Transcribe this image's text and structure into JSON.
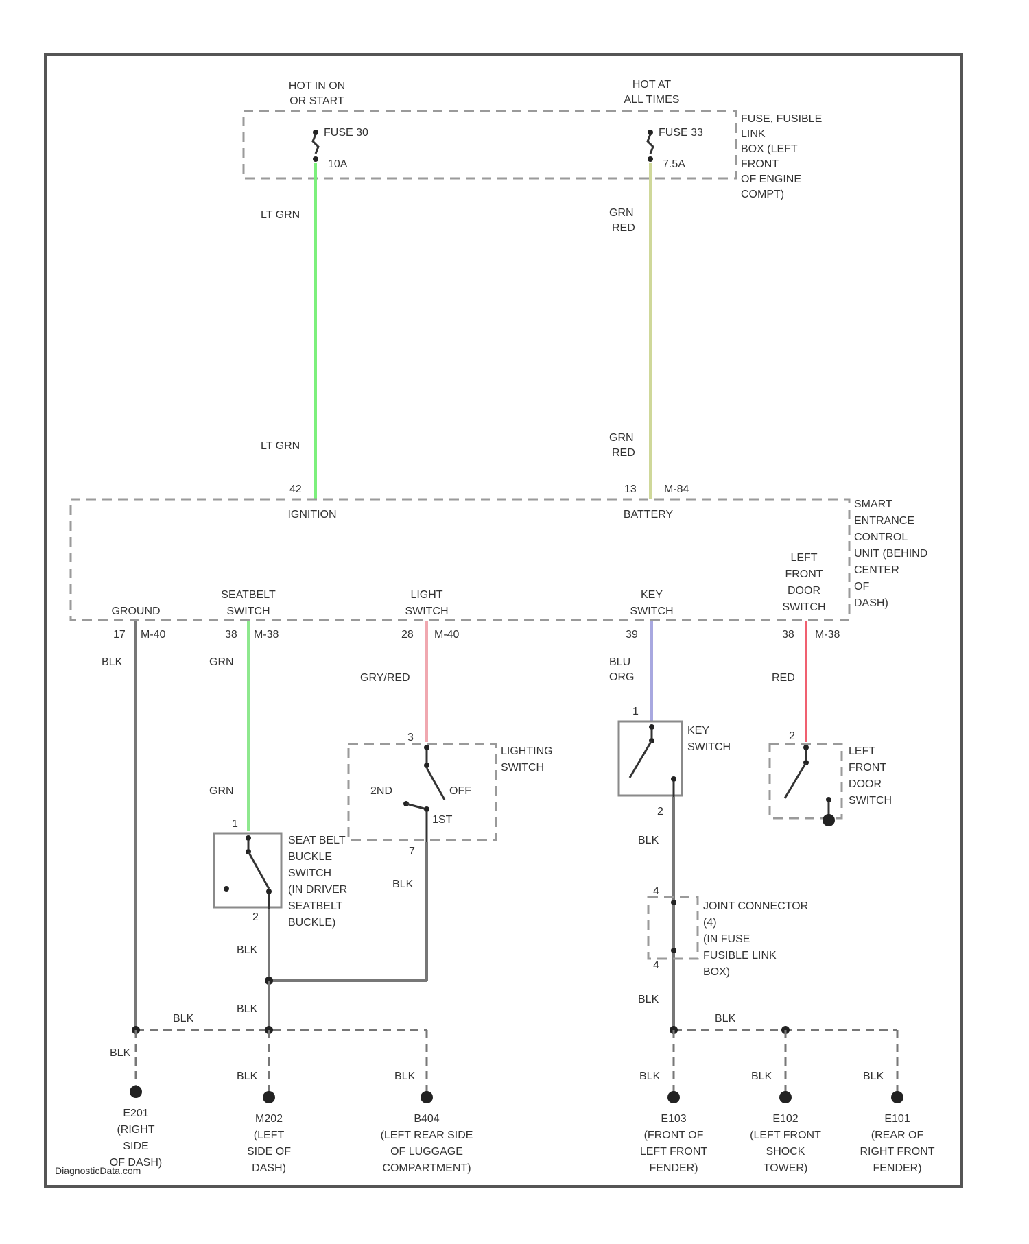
{
  "page": {
    "credit": "DiagnosticData.com"
  },
  "colors": {
    "lt_grn": "#7cf07c",
    "grn_red": "#cfd89a",
    "grn": "#8ee88e",
    "gry_red": "#f0a8b0",
    "blu_org": "#a8a8e0",
    "red": "#f06070",
    "blk": "#777777"
  },
  "power": {
    "ign_source": [
      "HOT IN ON",
      "OR START"
    ],
    "bat_source": [
      "HOT AT",
      "ALL TIMES"
    ],
    "fuse_ign": {
      "name": "FUSE 30",
      "amps": "10A"
    },
    "fuse_bat": {
      "name": "FUSE 33",
      "amps": "7.5A"
    },
    "fuse_box_label": [
      "FUSE, FUSIBLE",
      "LINK",
      "BOX (LEFT",
      "FRONT",
      "OF ENGINE",
      "COMPT)"
    ]
  },
  "wires": {
    "w_ign_top": "LT GRN",
    "w_ign_bot": "LT GRN",
    "w_bat_top": [
      "GRN",
      "RED"
    ],
    "w_bat_bot": [
      "GRN",
      "RED"
    ],
    "w_gnd": "BLK",
    "w_belt_top": "GRN",
    "w_belt_bot": "GRN",
    "w_light": "GRY/RED",
    "w_key": [
      "BLU",
      "ORG"
    ],
    "w_door": "RED"
  },
  "control_unit": {
    "label": [
      "SMART",
      "ENTRANCE",
      "CONTROL",
      "UNIT (BEHIND",
      "CENTER",
      "OF",
      "DASH)"
    ],
    "top_pins": [
      {
        "pin": "42",
        "name": "IGNITION"
      },
      {
        "pin": "13",
        "conn": "M-84",
        "name": "BATTERY"
      }
    ],
    "bottom_pins": [
      {
        "pin": "17",
        "conn": "M-40",
        "name": [
          "GROUND"
        ]
      },
      {
        "pin": "38",
        "conn": "M-38",
        "name": [
          "SEATBELT",
          "SWITCH"
        ]
      },
      {
        "pin": "28",
        "conn": "M-40",
        "name": [
          "LIGHT",
          "SWITCH"
        ]
      },
      {
        "pin": "39",
        "name": [
          "KEY",
          "SWITCH"
        ]
      },
      {
        "pin": "38",
        "conn": "M-38",
        "name": [
          "LEFT",
          "FRONT",
          "DOOR",
          "SWITCH"
        ]
      }
    ]
  },
  "components": {
    "lighting_switch": {
      "label": [
        "LIGHTING",
        "SWITCH"
      ],
      "pos_2nd": "2ND",
      "pos_off": "OFF",
      "pos_1st": "1ST",
      "pin_a": "3",
      "pin_b": "7"
    },
    "key_switch": {
      "label": [
        "KEY",
        "SWITCH"
      ],
      "pin_a": "1",
      "pin_b": "2"
    },
    "door_switch": {
      "label": [
        "LEFT",
        "FRONT",
        "DOOR",
        "SWITCH"
      ],
      "pin_a": "2"
    },
    "seat_belt": {
      "label": [
        "SEAT BELT",
        "BUCKLE",
        "SWITCH",
        "(IN DRIVER",
        "SEATBELT",
        "BUCKLE)"
      ],
      "pin_a": "1",
      "pin_b": "2"
    },
    "joint_connector": {
      "label": [
        "JOINT CONNECTOR",
        "(4)",
        "(IN FUSE",
        "FUSIBLE LINK",
        "BOX)"
      ],
      "pin_a": "4",
      "pin_b": "4"
    }
  },
  "ground_wire_labels": {
    "left_bus": "BLK",
    "right_bus": "BLK",
    "belt_down": "BLK",
    "light_down": "BLK",
    "belt_to_bus": "BLK",
    "key_down": "BLK",
    "jc_down": "BLK"
  },
  "grounds": [
    {
      "id": "E201",
      "label": [
        "E201",
        "(RIGHT",
        "SIDE",
        "OF DASH)"
      ],
      "wire": "BLK"
    },
    {
      "id": "M202",
      "label": [
        "M202",
        "(LEFT",
        "SIDE OF",
        "DASH)"
      ],
      "wire": "BLK"
    },
    {
      "id": "B404",
      "label": [
        "B404",
        "(LEFT REAR SIDE",
        "OF LUGGAGE",
        "COMPARTMENT)"
      ],
      "wire": "BLK"
    },
    {
      "id": "E103",
      "label": [
        "E103",
        "(FRONT OF",
        "LEFT FRONT",
        "FENDER)"
      ],
      "wire": "BLK"
    },
    {
      "id": "E102",
      "label": [
        "E102",
        "(LEFT FRONT",
        "SHOCK",
        "TOWER)"
      ],
      "wire": "BLK"
    },
    {
      "id": "E101",
      "label": [
        "E101",
        "(REAR OF",
        "RIGHT FRONT",
        "FENDER)"
      ],
      "wire": "BLK"
    }
  ]
}
